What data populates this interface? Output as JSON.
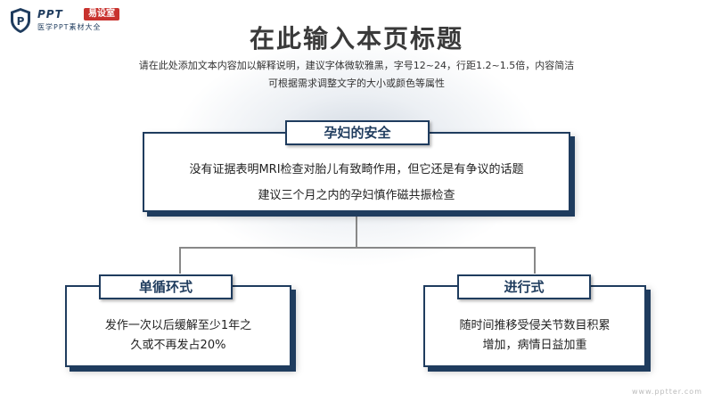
{
  "logo": {
    "icon": "shield-p-icon",
    "brand": "PPT",
    "badge": "易设室",
    "tagline": "医学PPT素材大全"
  },
  "page": {
    "title": "在此输入本页标题",
    "subtitle_line1": "请在此处添加文本内容加以解释说明，建议字体微软雅黑，字号12~24，行距1.2~1.5倍，内容简洁",
    "subtitle_line2": "可根据需求调整文字的大小或颜色等属性"
  },
  "top_card": {
    "label": "孕妇的安全",
    "line1": "没有证据表明MRI检查对胎儿有致畸作用，但它还是有争议的话题",
    "line2": "建议三个月之内的孕妇慎作磁共振检查"
  },
  "left_card": {
    "label": "单循环式",
    "line1": "发作一次以后缓解至少1年之",
    "line2": "久或不再发占20%"
  },
  "right_card": {
    "label": "进行式",
    "line1": "随时间推移受侵关节数目积累",
    "line2": "增加，病情日益加重"
  },
  "watermark": "www.pptter.com",
  "colors": {
    "navy": "#1f3c5e",
    "accent_red": "#c8322e",
    "connector": "#888888"
  }
}
